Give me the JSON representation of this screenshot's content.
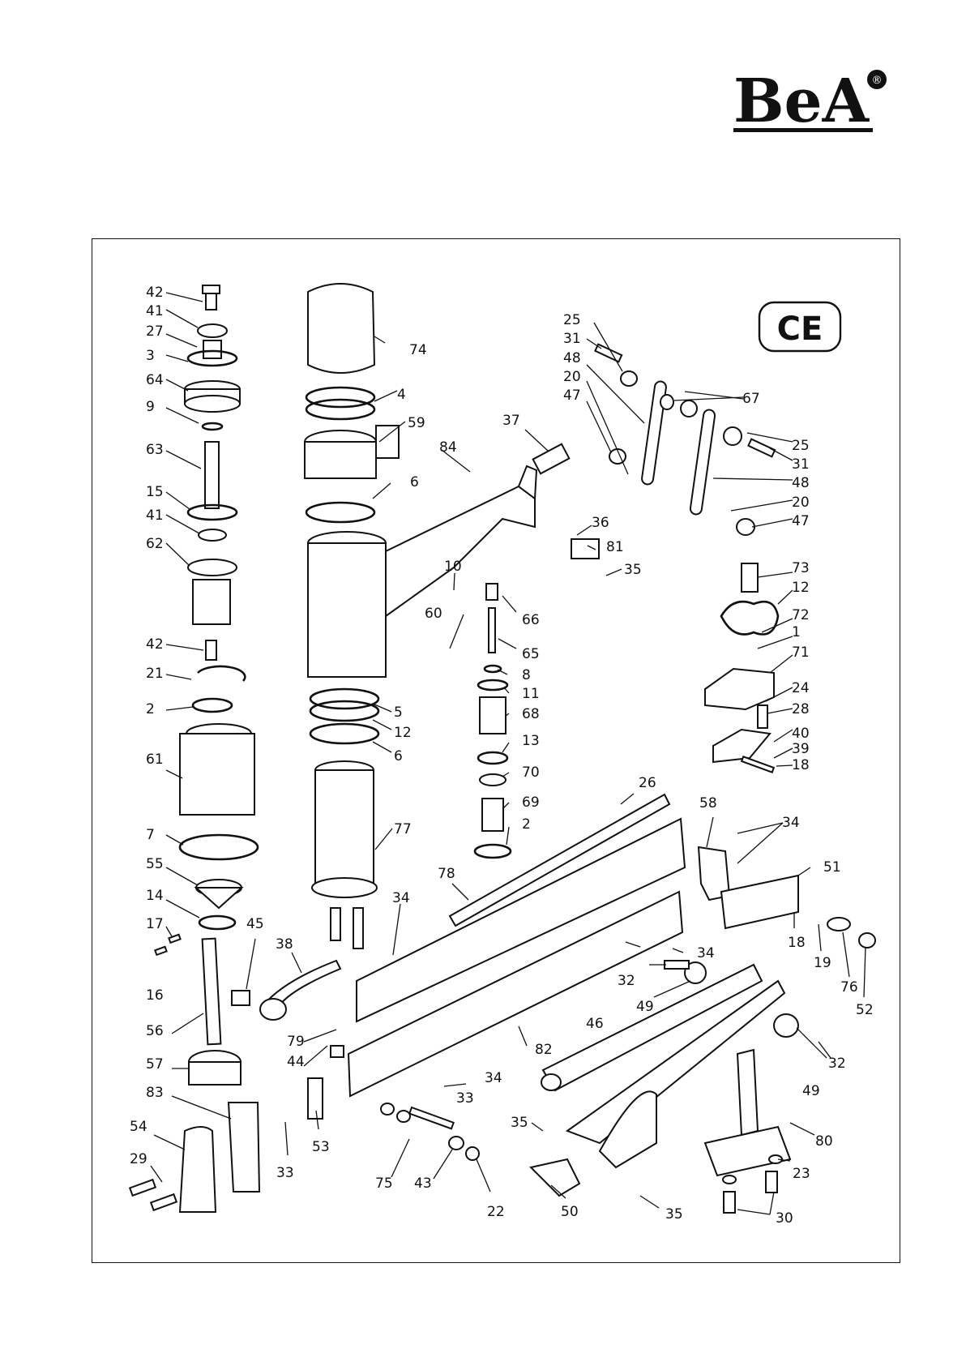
{
  "brand": {
    "logo_text": "BeA",
    "mark_text": "®"
  },
  "ce_mark": "CE",
  "callouts": [
    {
      "num": "42"
    },
    {
      "num": "41"
    },
    {
      "num": "27"
    },
    {
      "num": "3"
    },
    {
      "num": "64"
    },
    {
      "num": "9"
    },
    {
      "num": "63"
    },
    {
      "num": "15"
    },
    {
      "num": "41"
    },
    {
      "num": "62"
    },
    {
      "num": "42"
    },
    {
      "num": "21"
    },
    {
      "num": "2"
    },
    {
      "num": "61"
    },
    {
      "num": "7"
    },
    {
      "num": "55"
    },
    {
      "num": "14"
    },
    {
      "num": "17"
    },
    {
      "num": "16"
    },
    {
      "num": "45"
    },
    {
      "num": "56"
    },
    {
      "num": "57"
    },
    {
      "num": "83"
    },
    {
      "num": "54"
    },
    {
      "num": "29"
    },
    {
      "num": "38"
    },
    {
      "num": "79"
    },
    {
      "num": "44"
    },
    {
      "num": "53"
    },
    {
      "num": "33"
    },
    {
      "num": "74"
    },
    {
      "num": "4"
    },
    {
      "num": "59"
    },
    {
      "num": "6"
    },
    {
      "num": "84"
    },
    {
      "num": "5"
    },
    {
      "num": "12"
    },
    {
      "num": "6"
    },
    {
      "num": "77"
    },
    {
      "num": "78"
    },
    {
      "num": "34"
    },
    {
      "num": "37"
    },
    {
      "num": "10"
    },
    {
      "num": "60"
    },
    {
      "num": "66"
    },
    {
      "num": "65"
    },
    {
      "num": "8"
    },
    {
      "num": "11"
    },
    {
      "num": "68"
    },
    {
      "num": "13"
    },
    {
      "num": "70"
    },
    {
      "num": "69"
    },
    {
      "num": "2"
    },
    {
      "num": "36"
    },
    {
      "num": "81"
    },
    {
      "num": "35"
    },
    {
      "num": "82"
    },
    {
      "num": "34"
    },
    {
      "num": "33"
    },
    {
      "num": "75"
    },
    {
      "num": "43"
    },
    {
      "num": "22"
    },
    {
      "num": "35"
    },
    {
      "num": "50"
    },
    {
      "num": "35"
    },
    {
      "num": "46"
    },
    {
      "num": "26"
    },
    {
      "num": "25"
    },
    {
      "num": "31"
    },
    {
      "num": "48"
    },
    {
      "num": "20"
    },
    {
      "num": "47"
    },
    {
      "num": "67"
    },
    {
      "num": "25"
    },
    {
      "num": "31"
    },
    {
      "num": "48"
    },
    {
      "num": "20"
    },
    {
      "num": "47"
    },
    {
      "num": "73"
    },
    {
      "num": "12"
    },
    {
      "num": "72"
    },
    {
      "num": "1"
    },
    {
      "num": "71"
    },
    {
      "num": "24"
    },
    {
      "num": "28"
    },
    {
      "num": "40"
    },
    {
      "num": "39"
    },
    {
      "num": "18"
    },
    {
      "num": "58"
    },
    {
      "num": "34"
    },
    {
      "num": "51"
    },
    {
      "num": "18"
    },
    {
      "num": "19"
    },
    {
      "num": "76"
    },
    {
      "num": "52"
    },
    {
      "num": "34"
    },
    {
      "num": "32"
    },
    {
      "num": "49"
    },
    {
      "num": "49"
    },
    {
      "num": "32"
    },
    {
      "num": "80"
    },
    {
      "num": "23"
    },
    {
      "num": "30"
    }
  ]
}
